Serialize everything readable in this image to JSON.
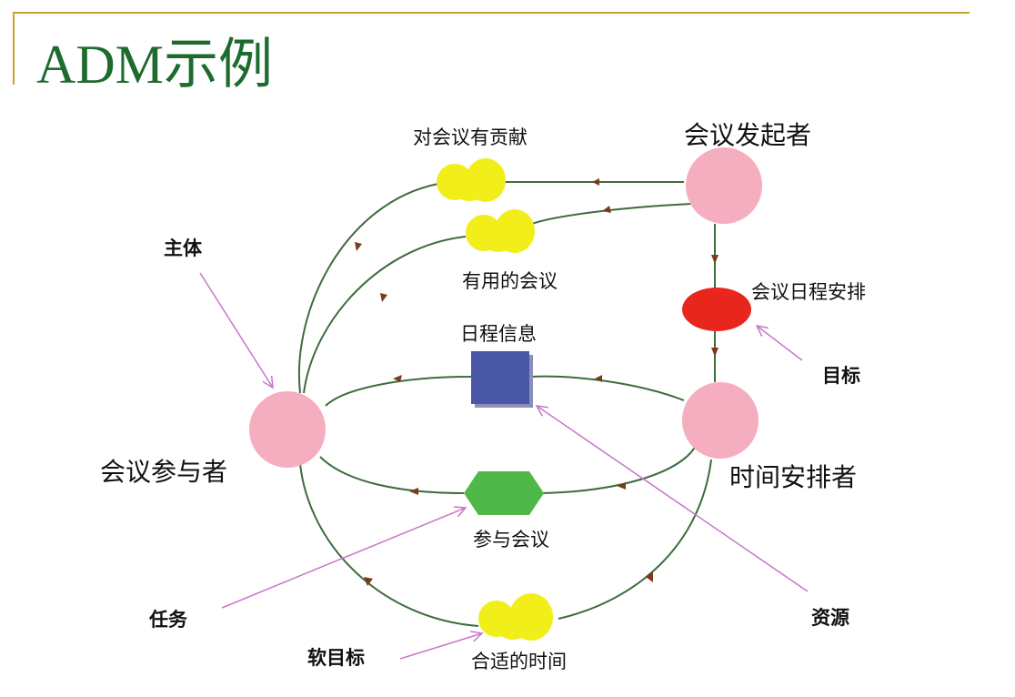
{
  "slide": {
    "title": "ADM示例"
  },
  "diagram": {
    "roles": {
      "initiator": "会议发起者",
      "participant": "会议参与者",
      "scheduler": "时间安排者"
    },
    "softgoals": {
      "contribute": "对会议有贡献",
      "useful_meeting": "有用的会议",
      "suitable_time": "合适的时间"
    },
    "goal": "会议日程安排",
    "resource": "日程信息",
    "task": "参与会议",
    "callouts": {
      "subject": "主体",
      "goal": "目标",
      "task": "任务",
      "softgoal": "软目标",
      "resource": "资源"
    },
    "colors": {
      "role": "#f5aebf",
      "softgoal": "#f1ee1a",
      "goal": "#e8261e",
      "resource": "#4a56a6",
      "task": "#4fb848",
      "link": "#3f6b3f",
      "arrowhead": "#7a3b1c",
      "callout_arrow": "#c776c9"
    }
  }
}
